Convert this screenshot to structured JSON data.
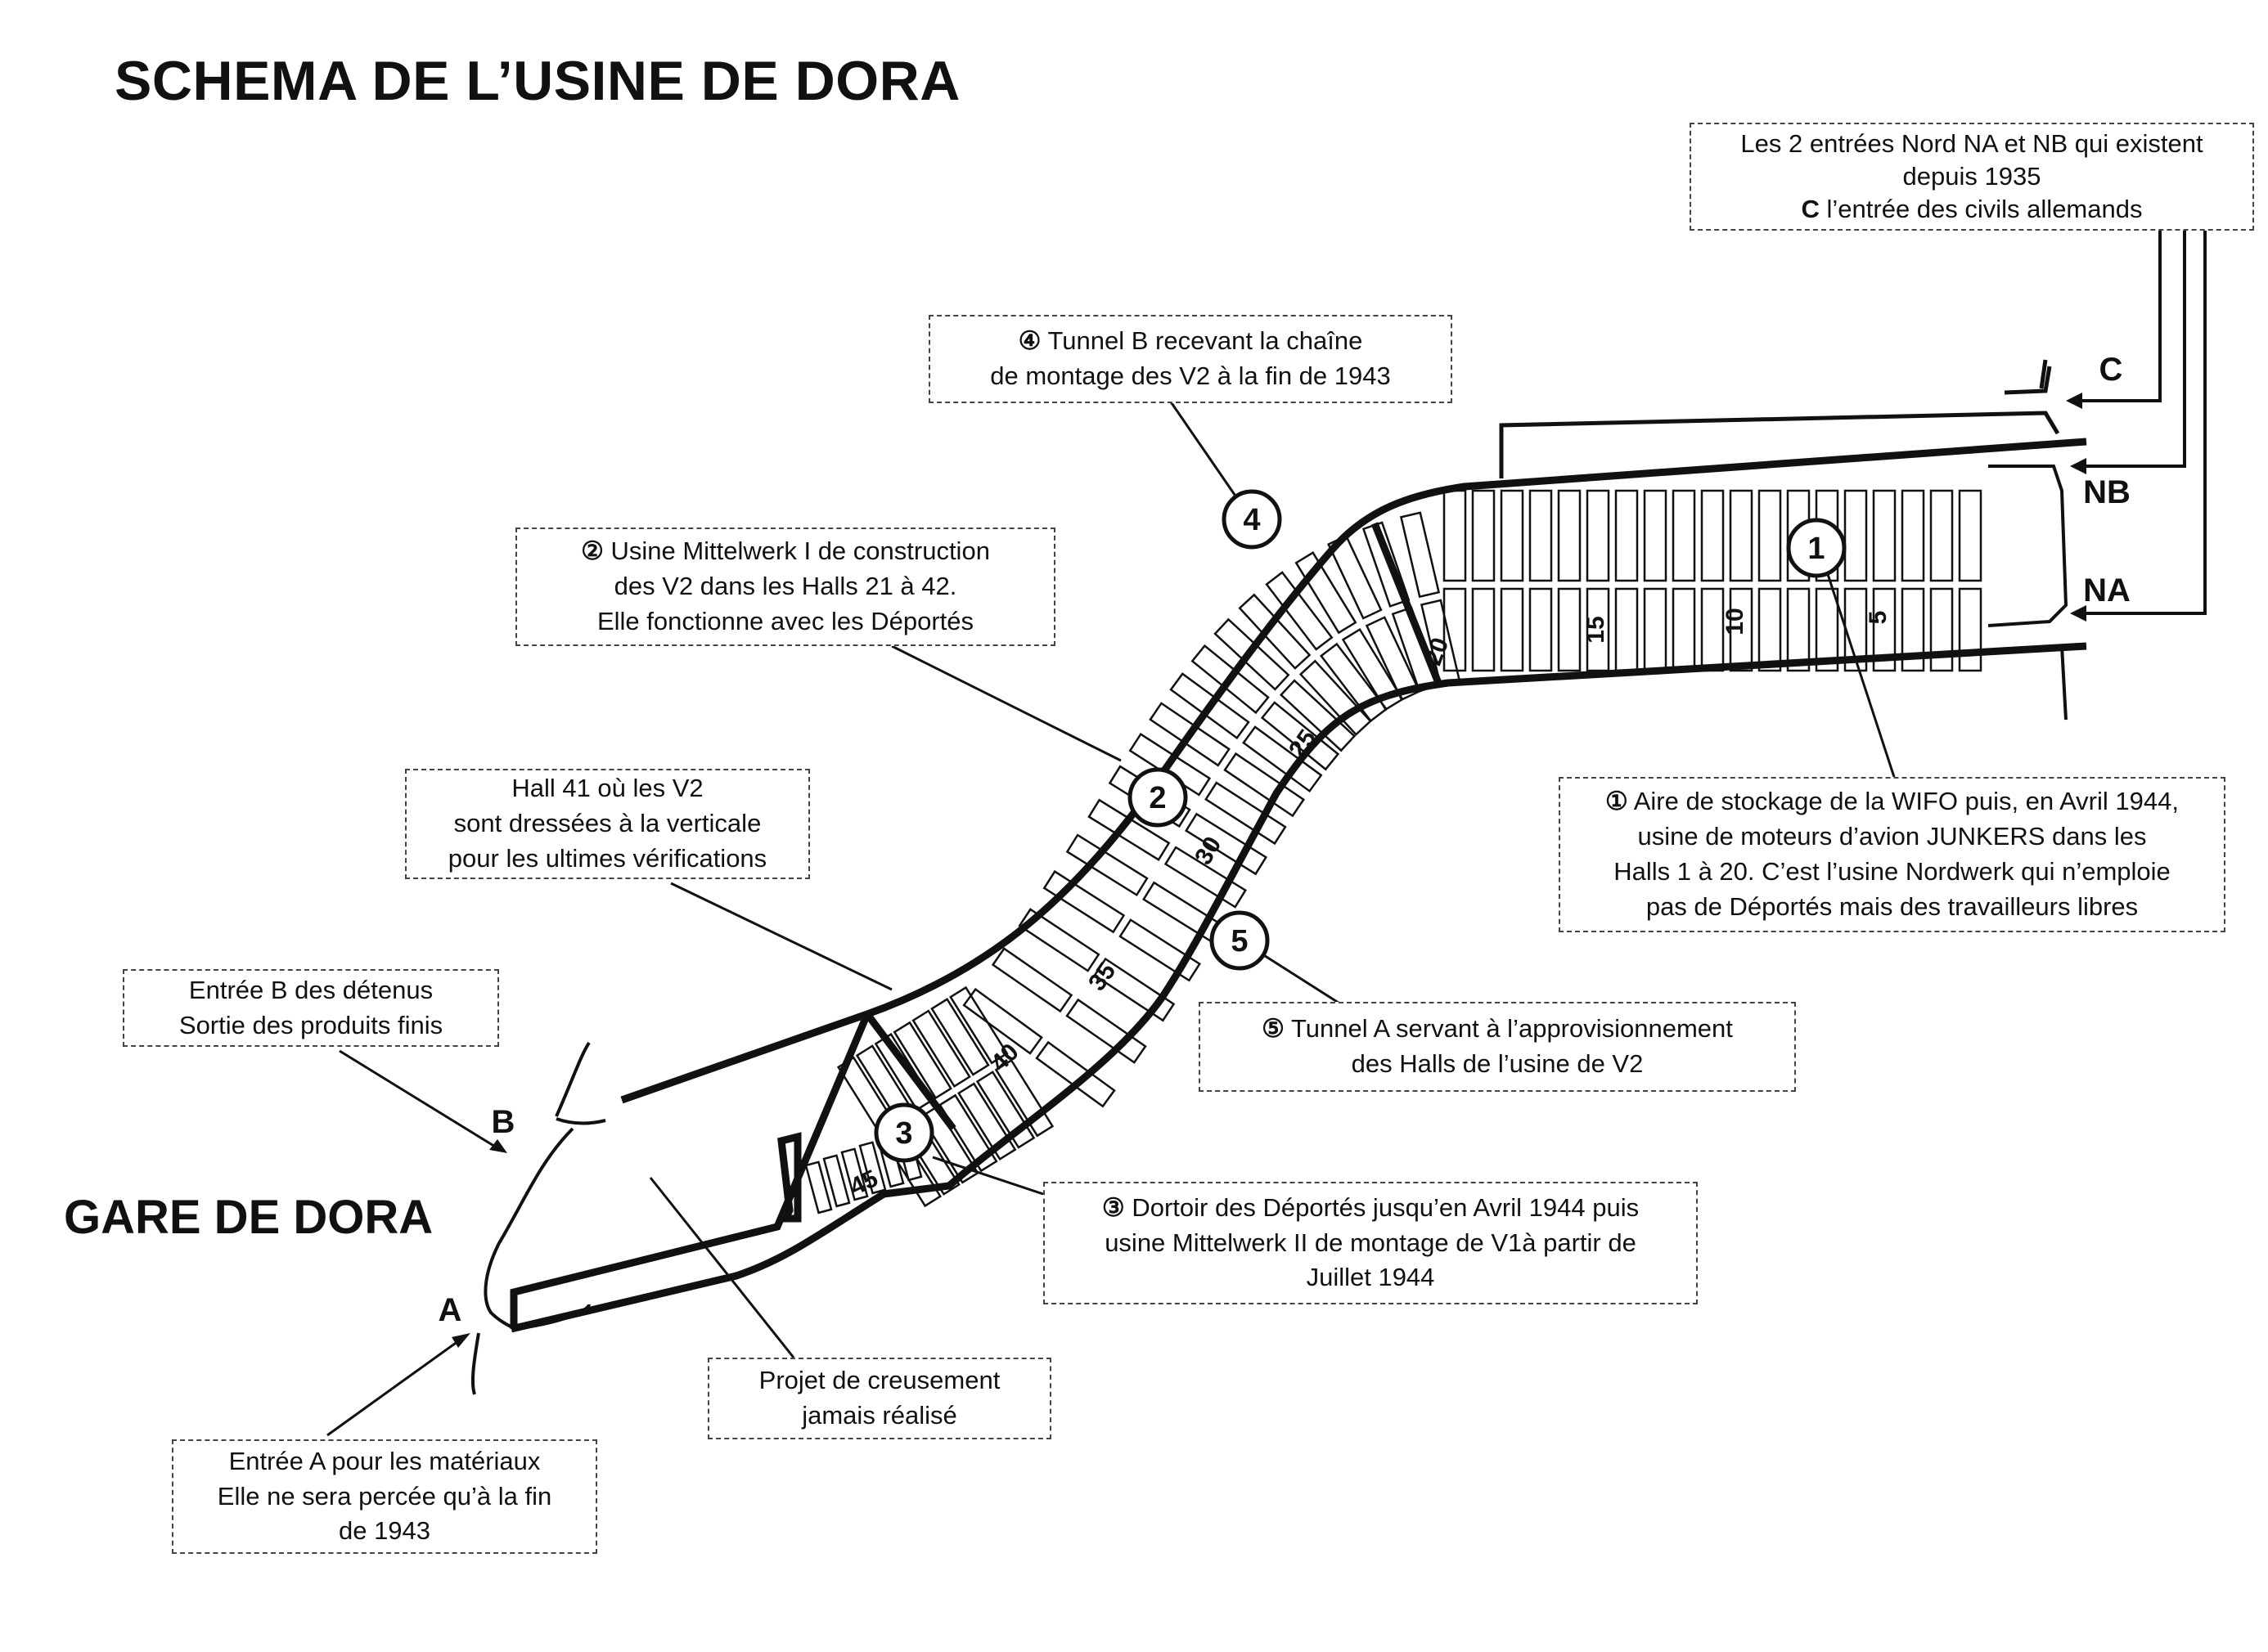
{
  "title": "SCHEMA DE L’USINE DE DORA",
  "station_label": "GARE DE DORA",
  "entrance_letters": {
    "a": "A",
    "b": "B",
    "c": "C",
    "na": "NA",
    "nb": "NB"
  },
  "circle_numbers": [
    "1",
    "2",
    "3",
    "4",
    "5"
  ],
  "hall_numbers": [
    "5",
    "10",
    "15",
    "20",
    "25",
    "30",
    "35",
    "40",
    "45"
  ],
  "notes": {
    "north": {
      "lines": [
        "Les 2 entrées Nord NA et NB qui existent",
        "depuis 1935"
      ],
      "c_letter": "C",
      "c_text": " l’entrée des civils allemands"
    },
    "tunnel_b": {
      "marker": "④",
      "lines": [
        " Tunnel B recevant la chaîne",
        "de montage des V2 à la fin de 1943"
      ]
    },
    "mittelwerk_1": {
      "marker": "②",
      "lines": [
        "  Usine Mittelwerk I de construction",
        "des V2 dans les Halls 21 à 42.",
        "Elle fonctionne avec les Déportés"
      ]
    },
    "hall_41": {
      "lines": [
        "Hall 41 où les V2",
        "sont dressées à la verticale",
        "pour les ultimes vérifications"
      ]
    },
    "entree_b": {
      "lines": [
        "Entrée B des détenus",
        "Sortie des produits finis"
      ]
    },
    "wifo": {
      "marker": "①",
      "lines": [
        " Aire de stockage de la WIFO puis, en Avril 1944,",
        "usine de moteurs d’avion JUNKERS dans les",
        "Halls 1 à 20. C’est l’usine Nordwerk qui n’emploie",
        "pas de Déportés mais des travailleurs libres"
      ]
    },
    "tunnel_a": {
      "marker": "⑤",
      "lines": [
        " Tunnel A servant à l’approvisionnement",
        "des Halls de l’usine de V2"
      ]
    },
    "dortoir": {
      "marker": "③",
      "lines": [
        " Dortoir des Déportés jusqu’en Avril 1944 puis",
        "usine Mittelwerk II de montage de V1à partir de",
        "Juillet 1944"
      ]
    },
    "projet": {
      "lines": [
        "Projet de creusement",
        "jamais réalisé"
      ]
    },
    "entree_a": {
      "lines": [
        "Entrée A pour les matériaux",
        "Elle ne sera percée qu’à la fin",
        "de 1943"
      ]
    }
  }
}
